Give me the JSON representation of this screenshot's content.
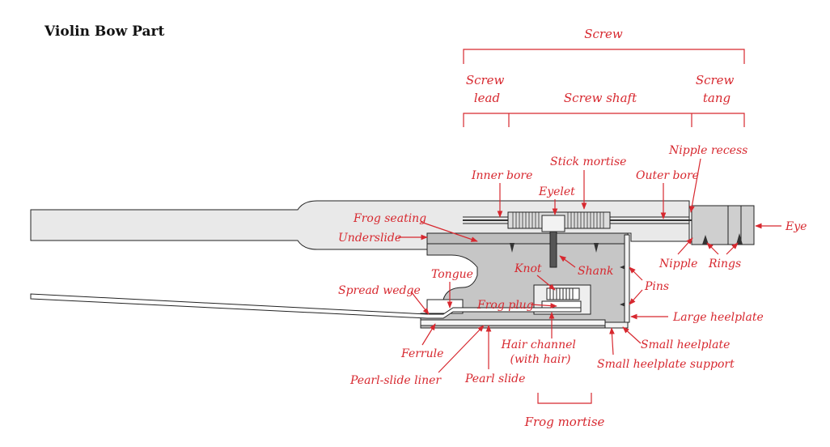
{
  "title": "Violin Bow Part",
  "colors": {
    "label": "#d7282f",
    "stick": "#e9e9e9",
    "frog": "#c6c6c6",
    "outline": "#222222"
  },
  "dimension_labels": {
    "screw": "Screw",
    "screw_lead": [
      "Screw",
      "lead"
    ],
    "screw_shaft": "Screw shaft",
    "screw_tang": [
      "Screw",
      "tang"
    ],
    "frog_mortise": "Frog mortise"
  },
  "labels": {
    "nipple_recess": "Nipple recess",
    "stick_mortise": "Stick mortise",
    "inner_bore": "Inner bore",
    "outer_bore": "Outer bore",
    "eyelet": "Eyelet",
    "frog_seating": "Frog seating",
    "eye": "Eye",
    "underslide": "Underslide",
    "nipple": "Nipple",
    "rings": "Rings",
    "shank": "Shank",
    "knot": "Knot",
    "tongue": "Tongue",
    "pins": "Pins",
    "spread_wedge": "Spread wedge",
    "frog_plug": "Frog plug",
    "large_heelplate": "Large heelplate",
    "hair_channel": [
      "Hair channel",
      "(with hair)"
    ],
    "small_heelplate": "Small heelplate",
    "ferrule": "Ferrule",
    "small_heelplate_support": "Small heelplate support",
    "pearl_slide": "Pearl slide",
    "pearl_slide_liner": "Pearl-slide liner"
  }
}
